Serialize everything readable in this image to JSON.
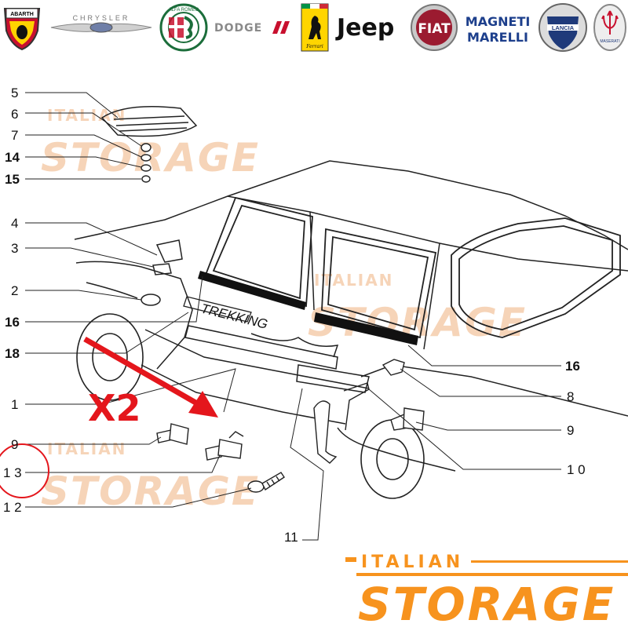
{
  "brands": [
    {
      "name": "ABARTH",
      "icon": "abarth-scorpion-icon"
    },
    {
      "name": "CHRYSLER",
      "icon": "chrysler-wings-icon"
    },
    {
      "name": "ALFA ROMEO",
      "icon": "alfa-romeo-badge-icon"
    },
    {
      "name": "DODGE",
      "icon": "dodge-wordmark-icon"
    },
    {
      "name": "Ferrari",
      "icon": "ferrari-horse-icon"
    },
    {
      "name": "Jeep",
      "icon": "jeep-wordmark-icon"
    },
    {
      "name": "FIAT",
      "icon": "fiat-badge-icon"
    },
    {
      "name": "MAGNETI MARELLI",
      "lines": [
        "MAGNETI",
        "MARELLI"
      ],
      "icon": "magneti-marelli-wordmark-icon"
    },
    {
      "name": "LANCIA",
      "icon": "lancia-shield-icon"
    },
    {
      "name": "MASERATI",
      "icon": "maserati-trident-icon"
    }
  ],
  "watermark": {
    "top": "ITALIAN",
    "bottom": "STORAGE"
  },
  "brand_logo": {
    "top": "ITALIAN",
    "bottom": "STORAGE",
    "color": "#f7931e"
  },
  "diagram": {
    "model_badge": "TREKKING",
    "callout": "X2",
    "highlight_color": "#e4161c",
    "highlighted_part": "1 3",
    "left_labels": [
      "5",
      "6",
      "7",
      "14",
      "15",
      "4",
      "3",
      "2",
      "16",
      "18",
      "1",
      "9",
      "1 3",
      "1 2"
    ],
    "right_labels": [
      "16",
      "8",
      "9",
      "1 0"
    ],
    "bottom_labels": [
      "11"
    ]
  }
}
